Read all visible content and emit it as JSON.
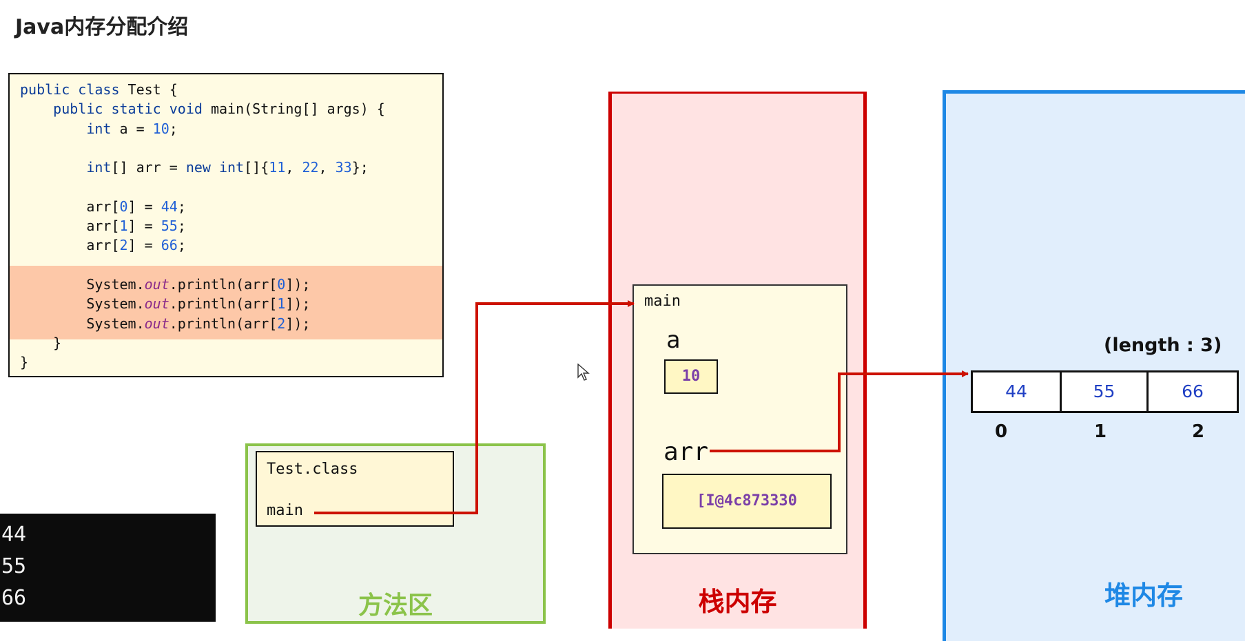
{
  "title": "Java内存分配介绍",
  "code_lines": [
    [
      {
        "t": "public class",
        "c": "kw"
      },
      {
        "t": " Test {",
        "c": ""
      }
    ],
    [
      {
        "t": "    ",
        "c": ""
      },
      {
        "t": "public static void",
        "c": "kw"
      },
      {
        "t": " main(String[] args) {",
        "c": ""
      }
    ],
    [
      {
        "t": "        ",
        "c": ""
      },
      {
        "t": "int",
        "c": "kw"
      },
      {
        "t": " a = ",
        "c": ""
      },
      {
        "t": "10",
        "c": "num"
      },
      {
        "t": ";",
        "c": ""
      }
    ],
    [
      {
        "t": "",
        "c": ""
      }
    ],
    [
      {
        "t": "        ",
        "c": ""
      },
      {
        "t": "int",
        "c": "kw"
      },
      {
        "t": "[] arr = ",
        "c": ""
      },
      {
        "t": "new int",
        "c": "kw"
      },
      {
        "t": "[]{",
        "c": ""
      },
      {
        "t": "11",
        "c": "num"
      },
      {
        "t": ", ",
        "c": ""
      },
      {
        "t": "22",
        "c": "num"
      },
      {
        "t": ", ",
        "c": ""
      },
      {
        "t": "33",
        "c": "num"
      },
      {
        "t": "};",
        "c": ""
      }
    ],
    [
      {
        "t": "",
        "c": ""
      }
    ],
    [
      {
        "t": "        arr[",
        "c": ""
      },
      {
        "t": "0",
        "c": "num"
      },
      {
        "t": "] = ",
        "c": ""
      },
      {
        "t": "44",
        "c": "num"
      },
      {
        "t": ";",
        "c": ""
      }
    ],
    [
      {
        "t": "        arr[",
        "c": ""
      },
      {
        "t": "1",
        "c": "num"
      },
      {
        "t": "] = ",
        "c": ""
      },
      {
        "t": "55",
        "c": "num"
      },
      {
        "t": ";",
        "c": ""
      }
    ],
    [
      {
        "t": "        arr[",
        "c": ""
      },
      {
        "t": "2",
        "c": "num"
      },
      {
        "t": "] = ",
        "c": ""
      },
      {
        "t": "66",
        "c": "num"
      },
      {
        "t": ";",
        "c": ""
      }
    ],
    [
      {
        "t": "",
        "c": ""
      }
    ],
    [
      {
        "t": "        System.",
        "c": ""
      },
      {
        "t": "out",
        "c": "fld"
      },
      {
        "t": ".println(arr[",
        "c": ""
      },
      {
        "t": "0",
        "c": "num"
      },
      {
        "t": "]);",
        "c": ""
      }
    ],
    [
      {
        "t": "        System.",
        "c": ""
      },
      {
        "t": "out",
        "c": "fld"
      },
      {
        "t": ".println(arr[",
        "c": ""
      },
      {
        "t": "1",
        "c": "num"
      },
      {
        "t": "]);",
        "c": ""
      }
    ],
    [
      {
        "t": "        System.",
        "c": ""
      },
      {
        "t": "out",
        "c": "fld"
      },
      {
        "t": ".println(arr[",
        "c": ""
      },
      {
        "t": "2",
        "c": "num"
      },
      {
        "t": "]);",
        "c": ""
      }
    ],
    [
      {
        "t": "    }",
        "c": ""
      }
    ],
    [
      {
        "t": "}",
        "c": ""
      }
    ]
  ],
  "console": {
    "lines": [
      "44",
      "55",
      "66"
    ]
  },
  "method_area": {
    "label": "方法区",
    "class_name": "Test.class",
    "method": "main"
  },
  "stack": {
    "label": "栈内存",
    "frame_name": "main",
    "var_a_name": "a",
    "var_a_value": "10",
    "var_arr_name": "arr",
    "var_arr_value": "[I@4c873330"
  },
  "heap": {
    "label": "堆内存",
    "length_label": "(length : 3)",
    "values": [
      "44",
      "55",
      "66"
    ],
    "indices": [
      "0",
      "1",
      "2"
    ]
  },
  "colors": {
    "stack_border": "#cc0000",
    "heap_border": "#1e88e5",
    "method_border": "#8bc34a",
    "arrow": "#cc1100"
  }
}
